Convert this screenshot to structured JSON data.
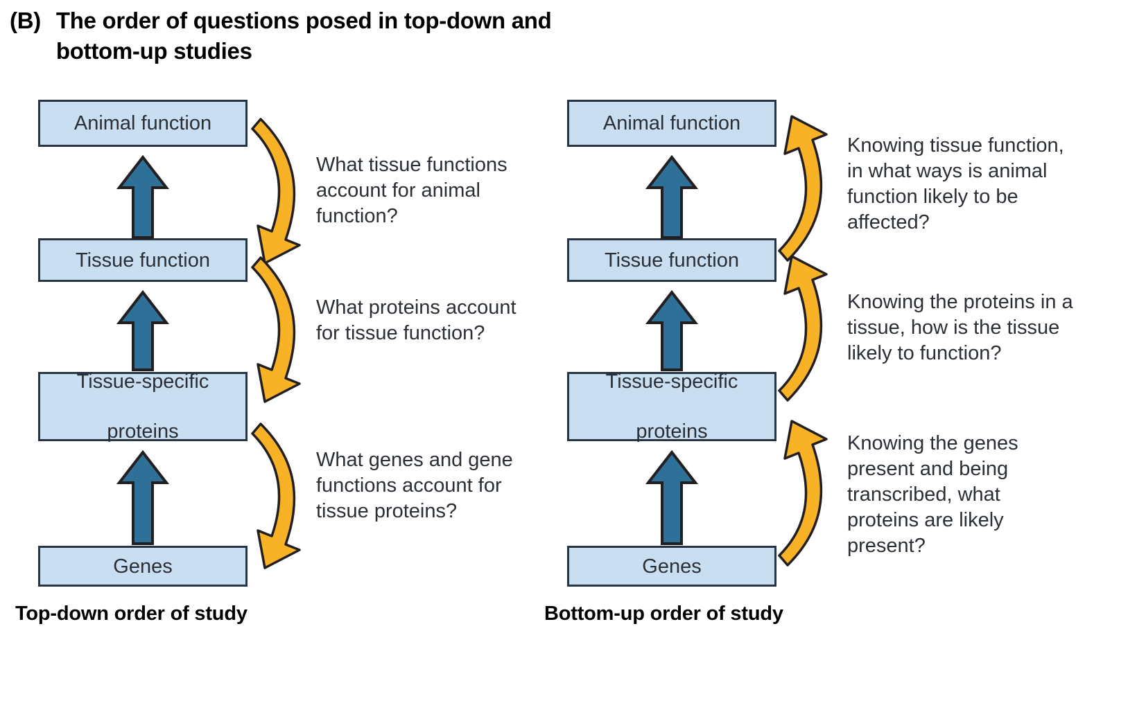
{
  "figure": {
    "panel_tag": "(B)",
    "title": "The order of questions posed in top-down and bottom-up studies",
    "colors": {
      "box_fill": "#cadef2",
      "box_border": "#263444",
      "blue_arrow": "#2e7098",
      "orange_arrow": "#f8b225",
      "arrow_outline": "#231f20",
      "text": "#2a2f35",
      "background": "#ffffff"
    }
  },
  "left_column": {
    "caption": "Top-down order of study",
    "flow_direction": "downward",
    "nodes": [
      {
        "label": "Animal function"
      },
      {
        "label": "Tissue function"
      },
      {
        "label": "Tissue-specific proteins",
        "line1": "Tissue-specific",
        "line2": "proteins"
      },
      {
        "label": "Genes"
      }
    ],
    "blue_arrows": [
      {
        "from": "Tissue function",
        "to": "Animal function",
        "direction": "up"
      },
      {
        "from": "Tissue-specific proteins",
        "to": "Tissue function",
        "direction": "up"
      },
      {
        "from": "Genes",
        "to": "Tissue-specific proteins",
        "direction": "up"
      }
    ],
    "questions": [
      {
        "text": "What tissue functions account for animal function?",
        "between": "Animal function -> Tissue function"
      },
      {
        "text": "What proteins account for tissue function?",
        "between": "Tissue function -> Tissue-specific proteins"
      },
      {
        "text": "What genes and gene functions account for tissue proteins?",
        "between": "Tissue-specific proteins -> Genes"
      }
    ]
  },
  "right_column": {
    "caption": "Bottom-up order of study",
    "flow_direction": "upward",
    "nodes": [
      {
        "label": "Animal function"
      },
      {
        "label": "Tissue function"
      },
      {
        "label": "Tissue-specific proteins",
        "line1": "Tissue-specific",
        "line2": "proteins"
      },
      {
        "label": "Genes"
      }
    ],
    "blue_arrows": [
      {
        "from": "Tissue function",
        "to": "Animal function",
        "direction": "up"
      },
      {
        "from": "Tissue-specific proteins",
        "to": "Tissue function",
        "direction": "up"
      },
      {
        "from": "Genes",
        "to": "Tissue-specific proteins",
        "direction": "up"
      }
    ],
    "questions": [
      {
        "text": "Knowing tissue function, in what ways is animal function likely to be affected?",
        "between": "Tissue function -> Animal function"
      },
      {
        "text": "Knowing the proteins in a tissue, how is the tissue likely to function?",
        "between": "Tissue-specific proteins -> Tissue function"
      },
      {
        "text": "Knowing the genes present and being transcribed, what proteins are likely present?",
        "between": "Genes -> Tissue-specific proteins"
      }
    ]
  }
}
